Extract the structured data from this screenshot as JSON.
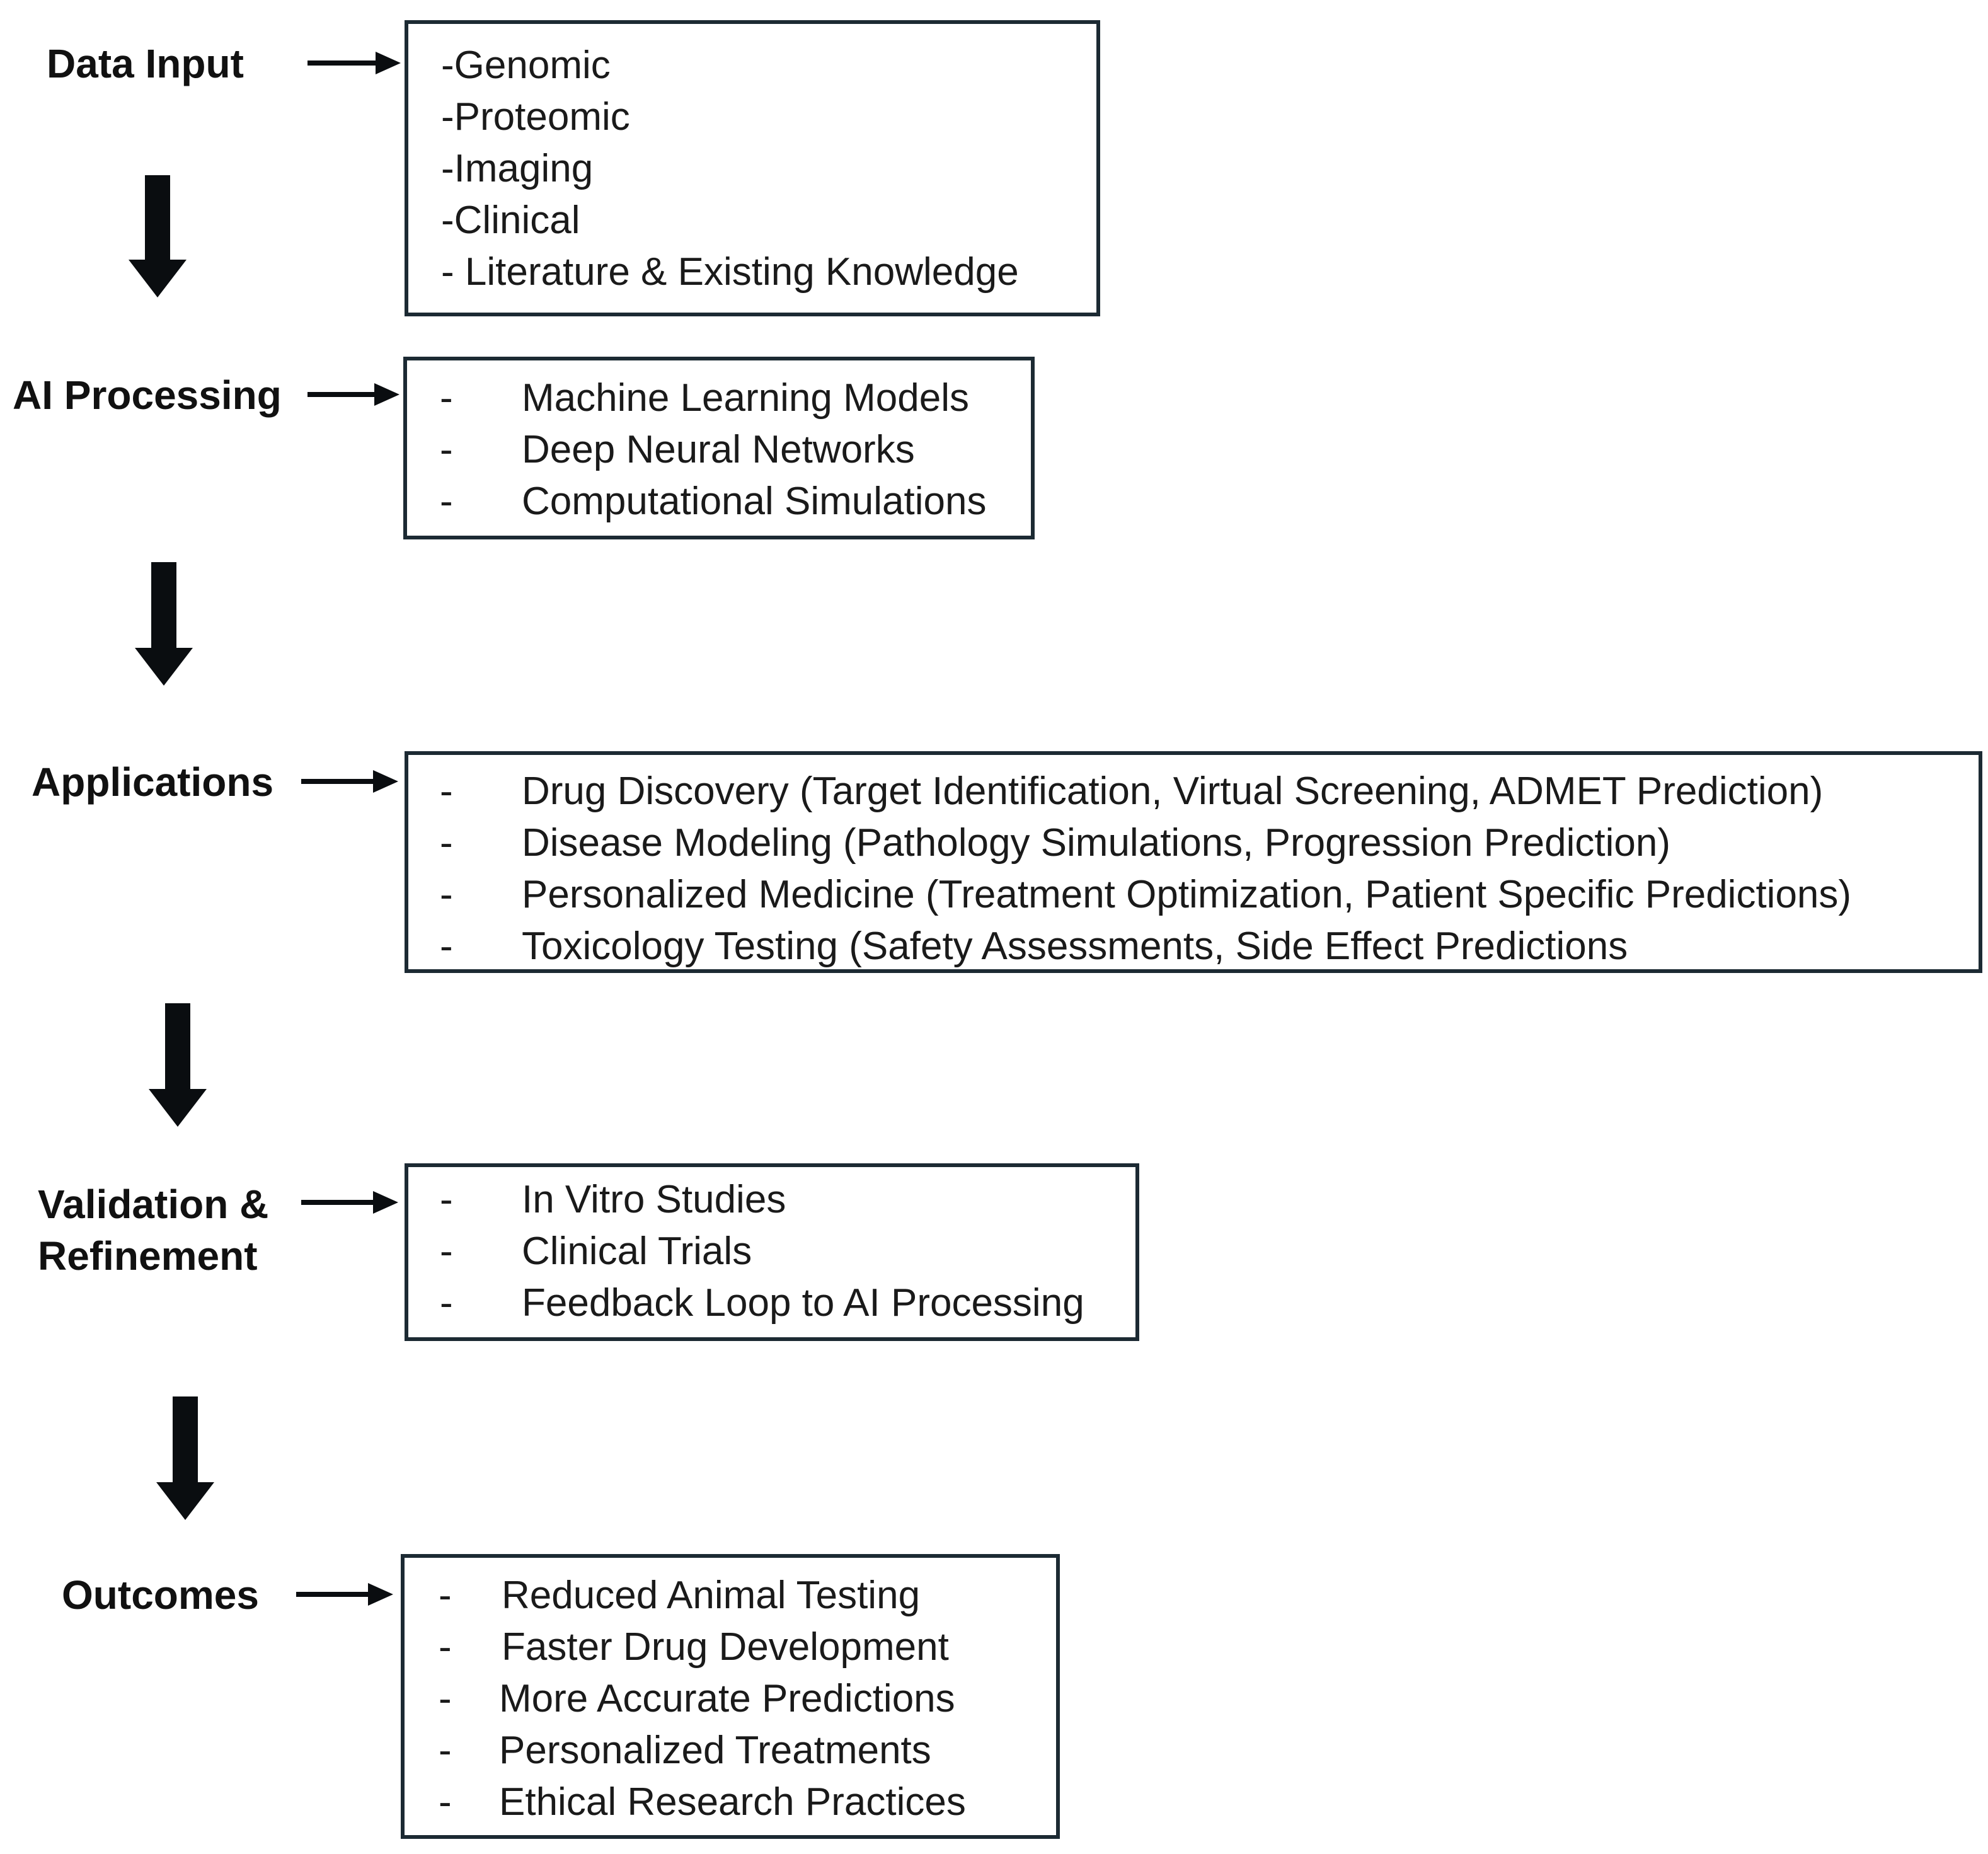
{
  "colors": {
    "box_border": "#1c2a33",
    "arrow": "#0a0d10",
    "text": "#1a1a1a"
  },
  "stages": [
    {
      "label": "Data Input",
      "items": [
        "-Genomic",
        "-Proteomic",
        "-Imaging",
        "-Clinical",
        "- Literature & Existing Knowledge"
      ]
    },
    {
      "label": "AI Processing",
      "items": [
        "Machine Learning Models",
        "Deep Neural Networks",
        "Computational Simulations"
      ]
    },
    {
      "label": "Applications",
      "items": [
        "Drug Discovery (Target Identification, Virtual Screening, ADMET Prediction)",
        "Disease Modeling (Pathology Simulations, Progression Prediction)",
        "Personalized Medicine (Treatment Optimization, Patient Specific Predictions)",
        "Toxicology Testing (Safety Assessments, Side Effect Predictions"
      ]
    },
    {
      "label_line1": "Validation &",
      "label_line2": "Refinement",
      "items": [
        "In Vitro Studies",
        "Clinical Trials",
        "Feedback Loop to AI Processing"
      ]
    },
    {
      "label": "Outcomes",
      "items": [
        "Reduced Animal Testing",
        "Faster Drug Development",
        "More Accurate Predictions",
        "Personalized Treatments",
        "Ethical Research Practices"
      ]
    }
  ],
  "bullet_dash": "-"
}
